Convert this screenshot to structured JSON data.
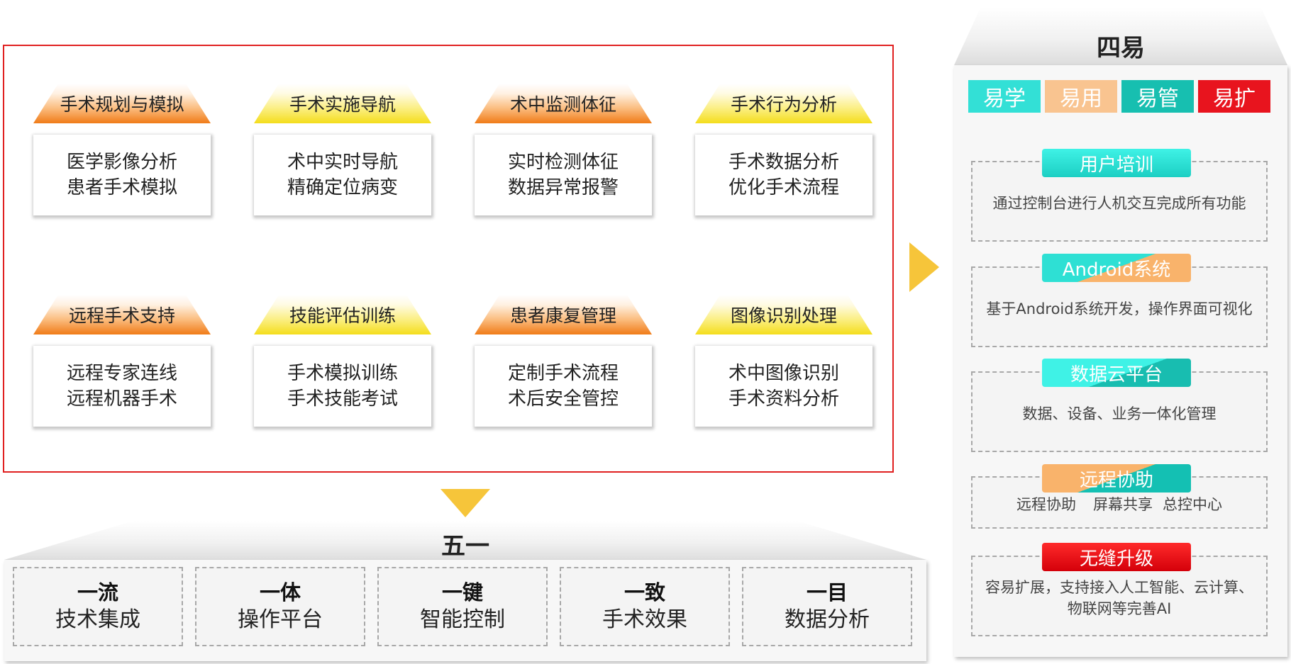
{
  "colors": {
    "frame": "#e02020",
    "orange": "#f07b18",
    "yellow": "#f4dd1c",
    "arrow": "#f6c53a",
    "cyan": "#33e0d6",
    "peach": "#f9c490",
    "teal": "#17bfb0",
    "red": "#e8141e"
  },
  "features": [
    {
      "title": "手术规划与模拟",
      "lines": [
        "医学影像分析",
        "患者手术模拟"
      ],
      "tone": "orange"
    },
    {
      "title": "手术实施导航",
      "lines": [
        "术中实时导航",
        "精确定位病变"
      ],
      "tone": "yellow"
    },
    {
      "title": "术中监测体征",
      "lines": [
        "实时检测体征",
        "数据异常报警"
      ],
      "tone": "orange"
    },
    {
      "title": "手术行为分析",
      "lines": [
        "手术数据分析",
        "优化手术流程"
      ],
      "tone": "yellow"
    },
    {
      "title": "远程手术支持",
      "lines": [
        "远程专家连线",
        "远程机器手术"
      ],
      "tone": "orange"
    },
    {
      "title": "技能评估训练",
      "lines": [
        "手术模拟训练",
        "手术技能考试"
      ],
      "tone": "yellow"
    },
    {
      "title": "患者康复管理",
      "lines": [
        "定制手术流程",
        "术后安全管控"
      ],
      "tone": "orange"
    },
    {
      "title": "图像识别处理",
      "lines": [
        "术中图像识别",
        "手术资料分析"
      ],
      "tone": "yellow"
    }
  ],
  "five": {
    "title": "五一",
    "items": [
      {
        "head": "一流",
        "text": "技术集成"
      },
      {
        "head": "一体",
        "text": "操作平台"
      },
      {
        "head": "一键",
        "text": "智能控制"
      },
      {
        "head": "一致",
        "text": "手术效果"
      },
      {
        "head": "一目",
        "text": "数据分析"
      }
    ]
  },
  "four": {
    "title": "四易",
    "tags": [
      "易学",
      "易用",
      "易管",
      "易扩"
    ],
    "sections": [
      {
        "label": "用户培训",
        "text": "通过控制台进行人机交互完成所有功能"
      },
      {
        "label": "Android系统",
        "text": "基于Android系统开发，操作界面可视化"
      },
      {
        "label": "数据云平台",
        "text": "数据、设备、业务一体化管理"
      },
      {
        "label": "远程协助",
        "parts": [
          "远程协助",
          "屏幕共享",
          "总控中心"
        ]
      },
      {
        "label": "无缝升级",
        "text": "容易扩展，支持接入人工智能、云计算、物联网等完善AI"
      }
    ]
  }
}
